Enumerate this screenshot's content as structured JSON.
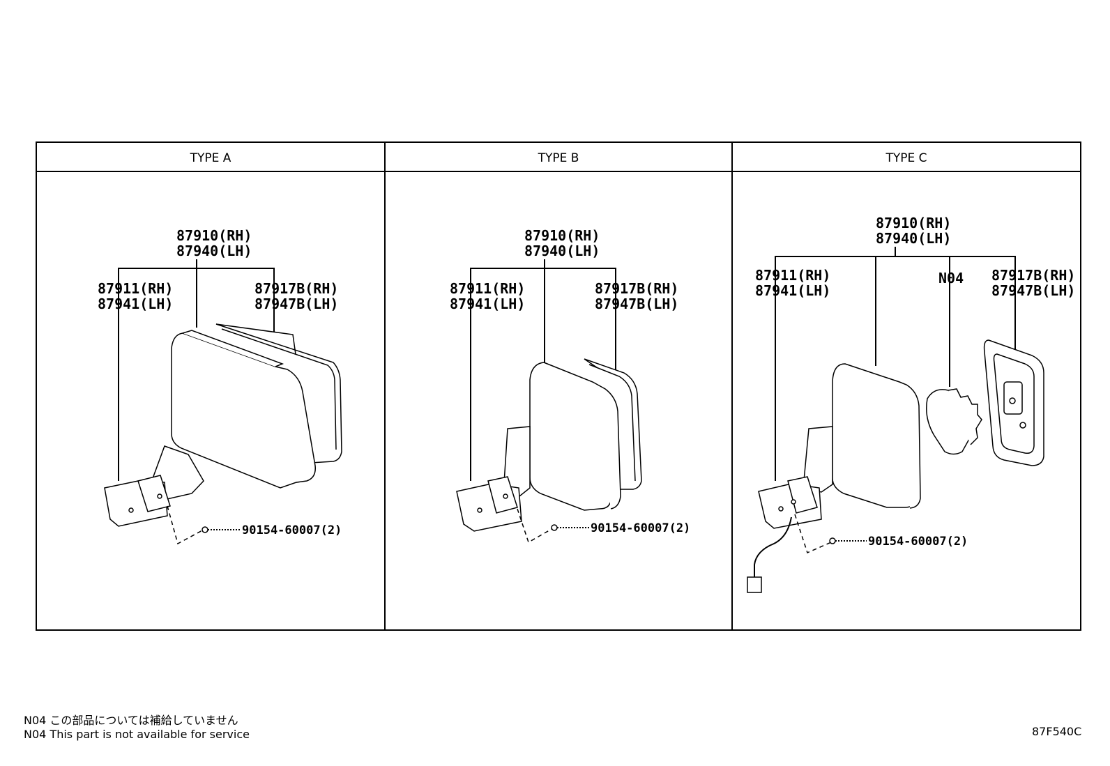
{
  "panels": [
    {
      "title": "TYPE A",
      "assembly": [
        "87910(RH)",
        "87940(LH)"
      ],
      "left_part": [
        "87911(RH)",
        "87941(LH)"
      ],
      "right_part": [
        "87917B(RH)",
        "87947B(LH)"
      ],
      "screw": "90154-60007(2)"
    },
    {
      "title": "TYPE B",
      "assembly": [
        "87910(RH)",
        "87940(LH)"
      ],
      "left_part": [
        "87911(RH)",
        "87941(LH)"
      ],
      "right_part": [
        "87917B(RH)",
        "87947B(LH)"
      ],
      "screw": "90154-60007(2)"
    },
    {
      "title": "TYPE C",
      "assembly": [
        "87910(RH)",
        "87940(LH)"
      ],
      "left_part": [
        "87911(RH)",
        "87941(LH)"
      ],
      "note_part": "N04",
      "right_part": [
        "87917B(RH)",
        "87947B(LH)"
      ],
      "screw": "90154-60007(2)"
    }
  ],
  "notes": [
    "N04 この部品については補給していません",
    "N04 This part is not available for service"
  ],
  "figure_code": "87F540C"
}
